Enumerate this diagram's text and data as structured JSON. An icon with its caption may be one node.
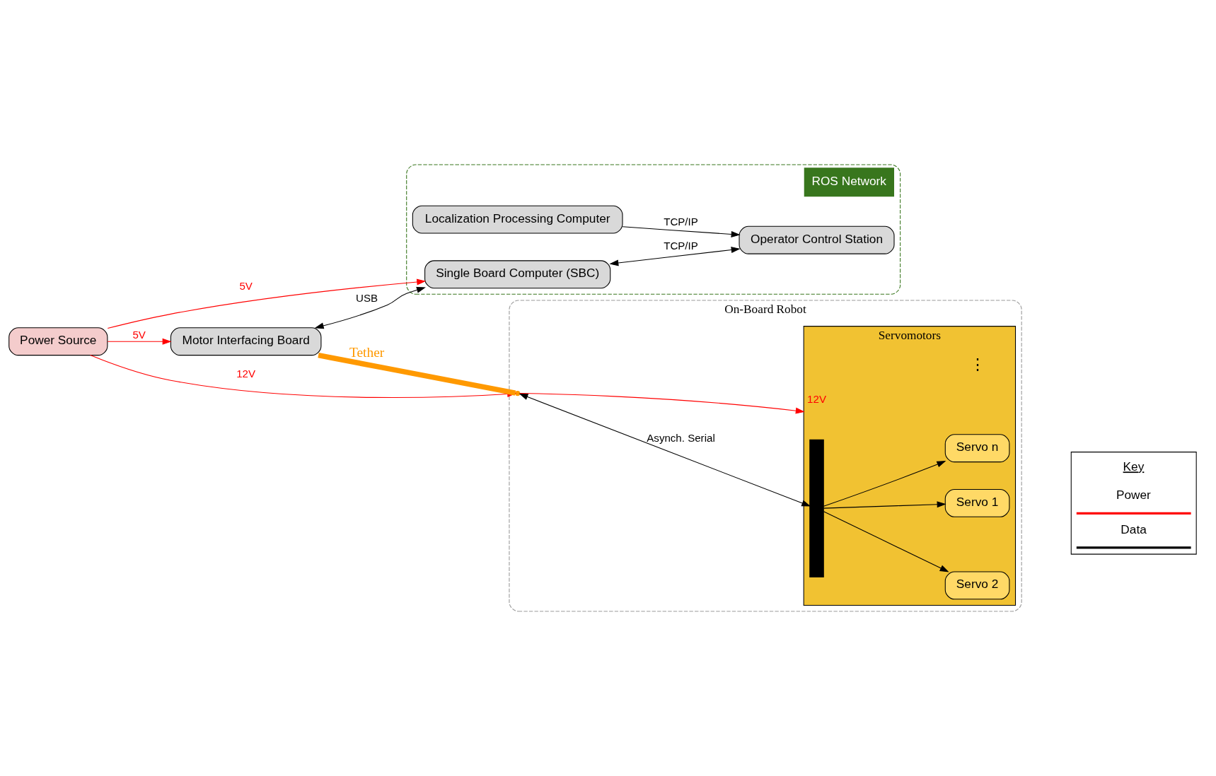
{
  "diagram": {
    "nodes": [
      {
        "text": [
          "Power Source"
        ]
      },
      {
        "text": [
          "ROS Network"
        ]
      },
      {
        "text": [
          "Localization Processing Computer"
        ],
        "in": 1
      },
      {
        "text": [
          "Motor Interfacing Board"
        ]
      },
      {
        "text": [
          "Single Board Computer (SBC)"
        ],
        "in": 1
      },
      {
        "text": [
          "Operator Control Station"
        ],
        "in": 1
      },
      {
        "text": [
          "On-Board Robot"
        ]
      },
      {
        "text": [
          "Servomotors"
        ],
        "in": 6
      },
      {
        "text": [],
        "shape": "bar",
        "in": 7
      },
      {
        "text": [
          "Servo 1"
        ],
        "in": 7
      },
      {
        "text": [
          "Servo 2"
        ],
        "in": 7
      },
      {
        "text": [
          "Servo n"
        ],
        "in": 7
      },
      {
        "text": [],
        "shape": "point",
        "in": 6
      }
    ],
    "edges": [
      {
        "from": 0,
        "to": 4,
        "arrow": "to",
        "label": "5V",
        "color": "#ff0000"
      },
      {
        "from": 0,
        "to": 3,
        "arrow": "to",
        "label": "5V",
        "color": "#ff0000"
      },
      {
        "from": 0,
        "to": 12,
        "arrow": "to",
        "label": "12V",
        "color": "#ff0000"
      },
      {
        "from": 3,
        "to": 4,
        "arrow": "both",
        "label": "USB"
      },
      {
        "from": 4,
        "to": 5,
        "arrow": "both",
        "label": "TCP/IP"
      },
      {
        "from": 2,
        "to": 5,
        "arrow": "to",
        "label": "TCP/IP"
      },
      {
        "from": 3,
        "to": 12,
        "arrow": "none",
        "label": "Tether",
        "style": "thick",
        "color": "#ff9900"
      },
      {
        "from": 12,
        "to": 7,
        "arrow": "to",
        "label": "12V",
        "color": "#ff0000"
      },
      {
        "from": 12,
        "to": 8,
        "arrow": "both",
        "label": "Asynch. Serial"
      },
      {
        "from": 8,
        "to": 9,
        "arrow": "to"
      },
      {
        "from": 8,
        "to": 10,
        "arrow": "to"
      },
      {
        "from": 8,
        "to": 11,
        "arrow": "to"
      }
    ],
    "labels": [
      "⋮",
      "Key"
    ],
    "legend": [
      {
        "text": "Power"
      },
      {
        "text": "Data"
      }
    ]
  }
}
